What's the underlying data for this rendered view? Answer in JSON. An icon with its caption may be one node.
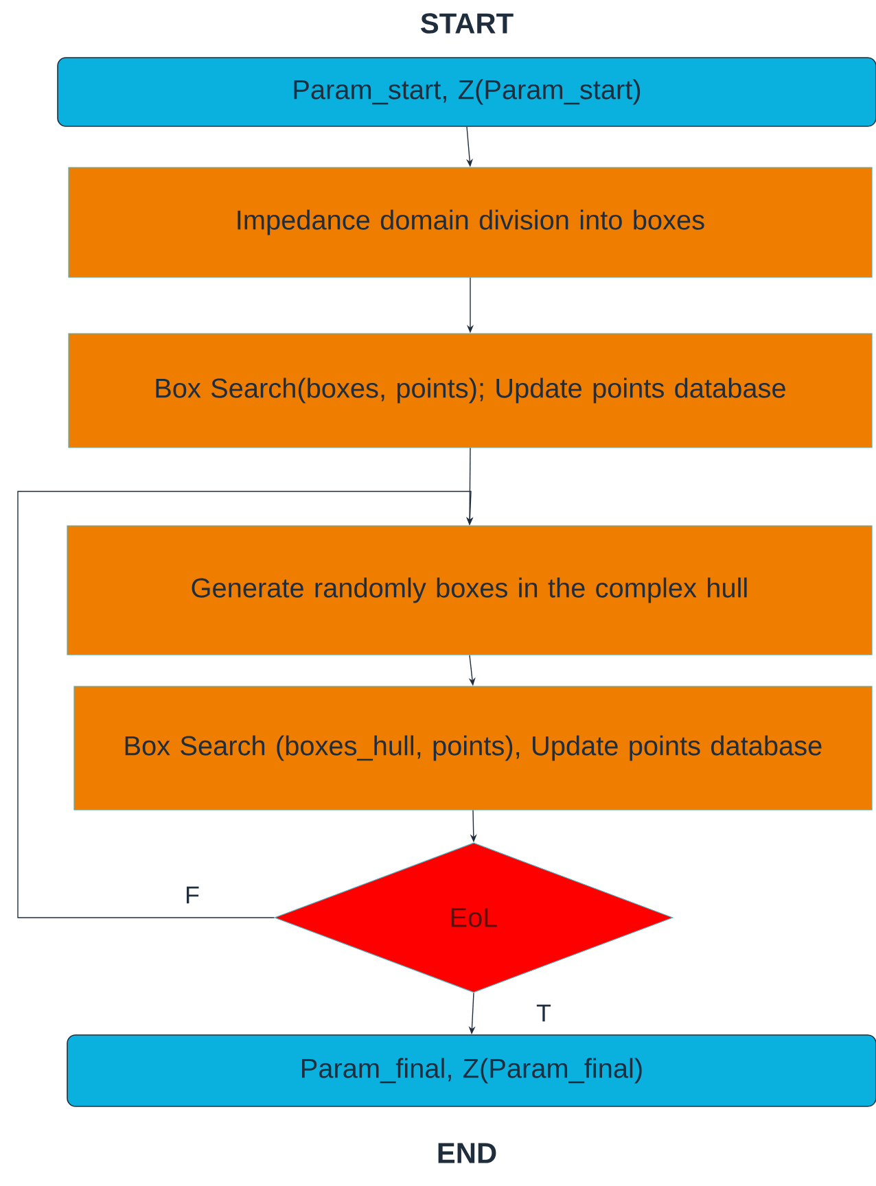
{
  "diagram": {
    "nodes": [
      {
        "text": [
          "Param_start, Z(Param_start)"
        ]
      },
      {
        "text": [
          "Impedance domain division into boxes"
        ]
      },
      {
        "text": [
          "Box Search(boxes, points); Update points database"
        ]
      },
      {
        "text": [
          "Generate randomly boxes in the complex hull"
        ]
      },
      {
        "text": [
          "Box Search (boxes_hull, points), Update points database"
        ]
      },
      {
        "text": [
          "EoL"
        ]
      },
      {
        "text": [
          "Param_final, Z(Param_final)"
        ]
      }
    ],
    "edges": [
      {
        "from": 0,
        "to": 1,
        "arrow": "to"
      },
      {
        "from": 1,
        "to": 2,
        "arrow": "to"
      },
      {
        "from": 2,
        "to": 3,
        "arrow": "to"
      },
      {
        "from": 3,
        "to": 4,
        "arrow": "to"
      },
      {
        "from": 4,
        "to": 5,
        "arrow": "to"
      },
      {
        "from": 5,
        "to": 3,
        "arrow": "to",
        "label": "F"
      },
      {
        "from": 5,
        "to": 6,
        "arrow": "to",
        "label": "T"
      }
    ],
    "labels": [
      "START",
      "END"
    ]
  }
}
